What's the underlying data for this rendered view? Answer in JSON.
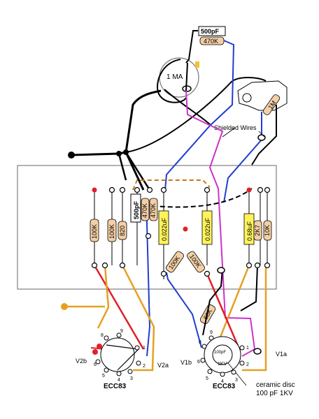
{
  "colors": {
    "wire_black": "#000000",
    "wire_blue": "#1f3ecf",
    "wire_magenta": "#cc33cc",
    "wire_red": "#e0202a",
    "wire_orange": "#e6a020",
    "wire_dashed_orange": "#c87a10",
    "resistor_fill": "#f3cfa5",
    "cap_yellow": "#fff35a",
    "board_outline": "#666666",
    "node_red": "#e0202a",
    "node_orange": "#e6a020"
  },
  "top": {
    "cap_500pf_label": "500pF",
    "res_470k_label": "470K",
    "pot_label": "1 MA",
    "shielded_label": "Shielded Wires",
    "jack_res_label": "1M"
  },
  "board": {
    "res_100k_1": "100K",
    "res_100k_2": "100K",
    "res_820": "820",
    "cap_500pf_vert": "500pF",
    "res_470k_a": "470K",
    "res_470k_b": "470K",
    "cap_0022_1": "0.022uF",
    "res_100k_3": "100K",
    "res_100k_4": "100K",
    "cap_0022_2": "0.022uF",
    "cap_068": "0.68uF",
    "res_2k7": "2K7",
    "res_10k": "10K",
    "res_68k": "68K"
  },
  "tubes": {
    "left_tube_label": "ECC83",
    "right_tube_label": "ECC83",
    "v2b": "V2b",
    "v2a": "V2a",
    "v1b": "V1b",
    "v1a": "V1a",
    "disc_cap_value": "100pF",
    "disc_cap_voltage": "1KV",
    "note_line1": "ceramic disc",
    "note_line2": "100 pF 1KV",
    "pin_labels": [
      "1",
      "2",
      "3",
      "4",
      "5",
      "6",
      "7",
      "8",
      "9"
    ]
  }
}
